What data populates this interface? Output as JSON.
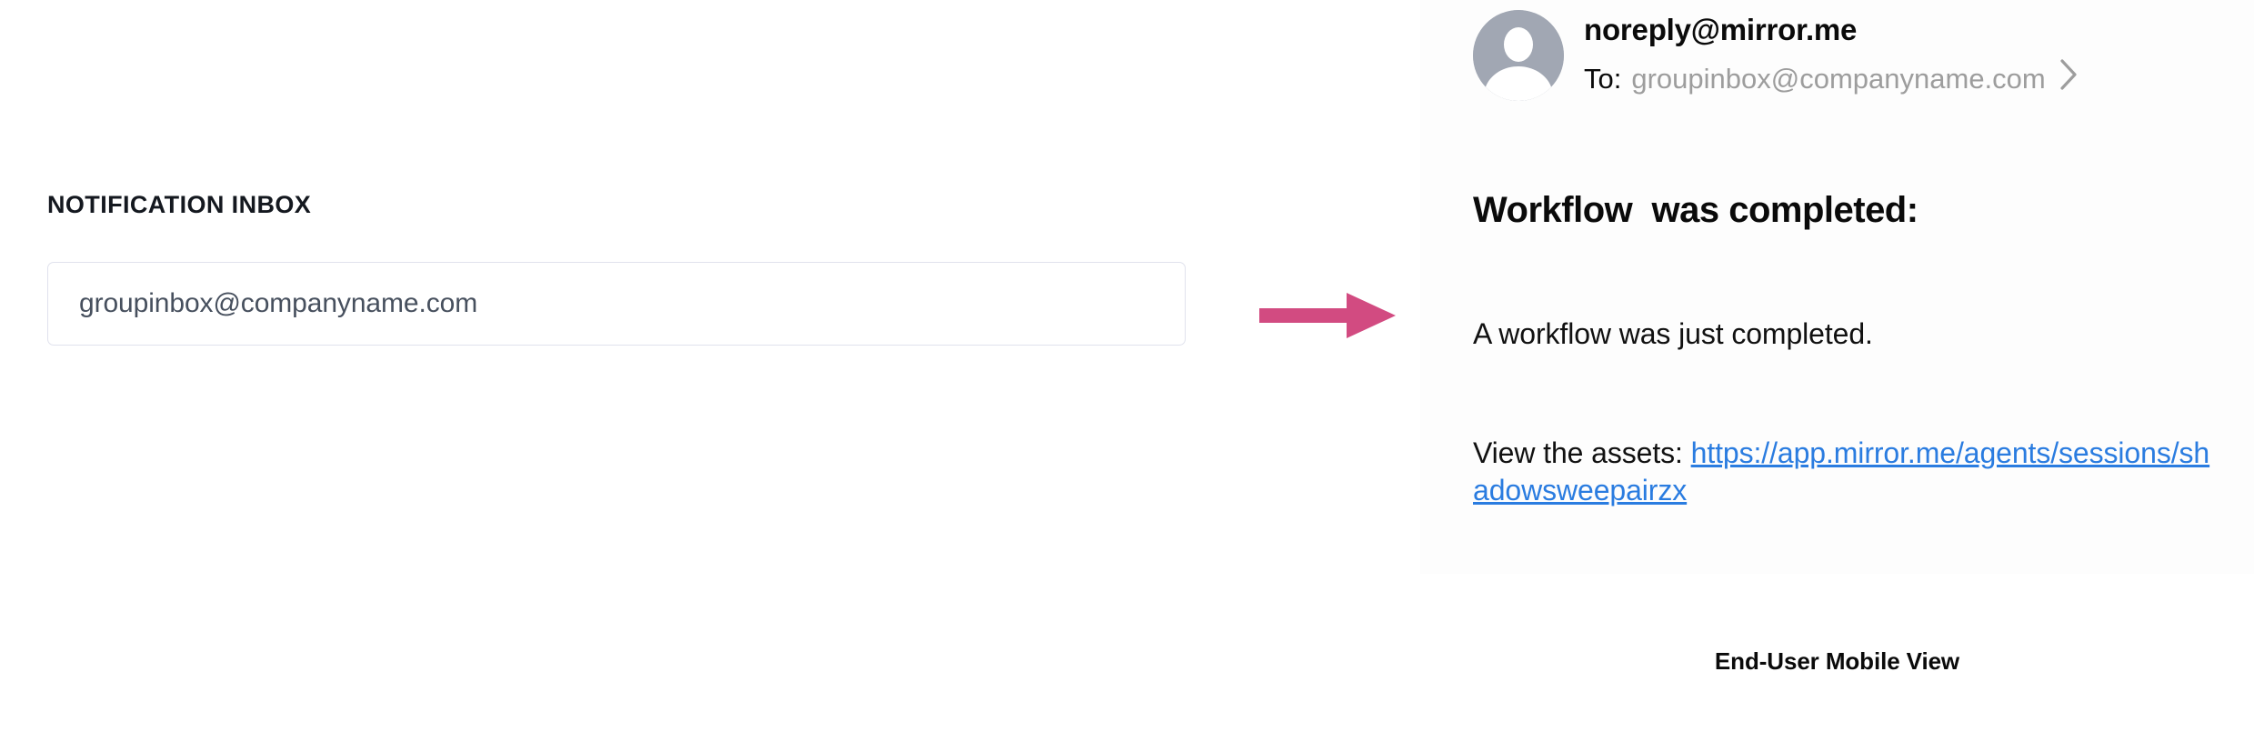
{
  "settings_panel": {
    "field_label": "NOTIFICATION INBOX",
    "inbox_input": {
      "value": "groupinbox@companyname.com",
      "placeholder": "groupinbox@companyname.com"
    }
  },
  "flow": {
    "arrow_icon": "arrow-right-icon",
    "arrow_color": "#d24b81"
  },
  "email_preview": {
    "sender": "noreply@mirror.me",
    "recipient_prefix": "To:",
    "recipient": "groupinbox@companyname.com",
    "chevron_icon": "chevron-right-icon",
    "avatar_icon": "user-avatar-icon",
    "avatar_color": "#a1a7b3",
    "subject": "Workflow  was completed:",
    "body_line": "A workflow was just completed.",
    "link_label": "View the assets: ",
    "link_url": "https://app.mirror.me/agents/sessions/shadowsweepairzx",
    "link_color": "#2a7ce0"
  },
  "caption": {
    "text": "End-User Mobile View"
  }
}
